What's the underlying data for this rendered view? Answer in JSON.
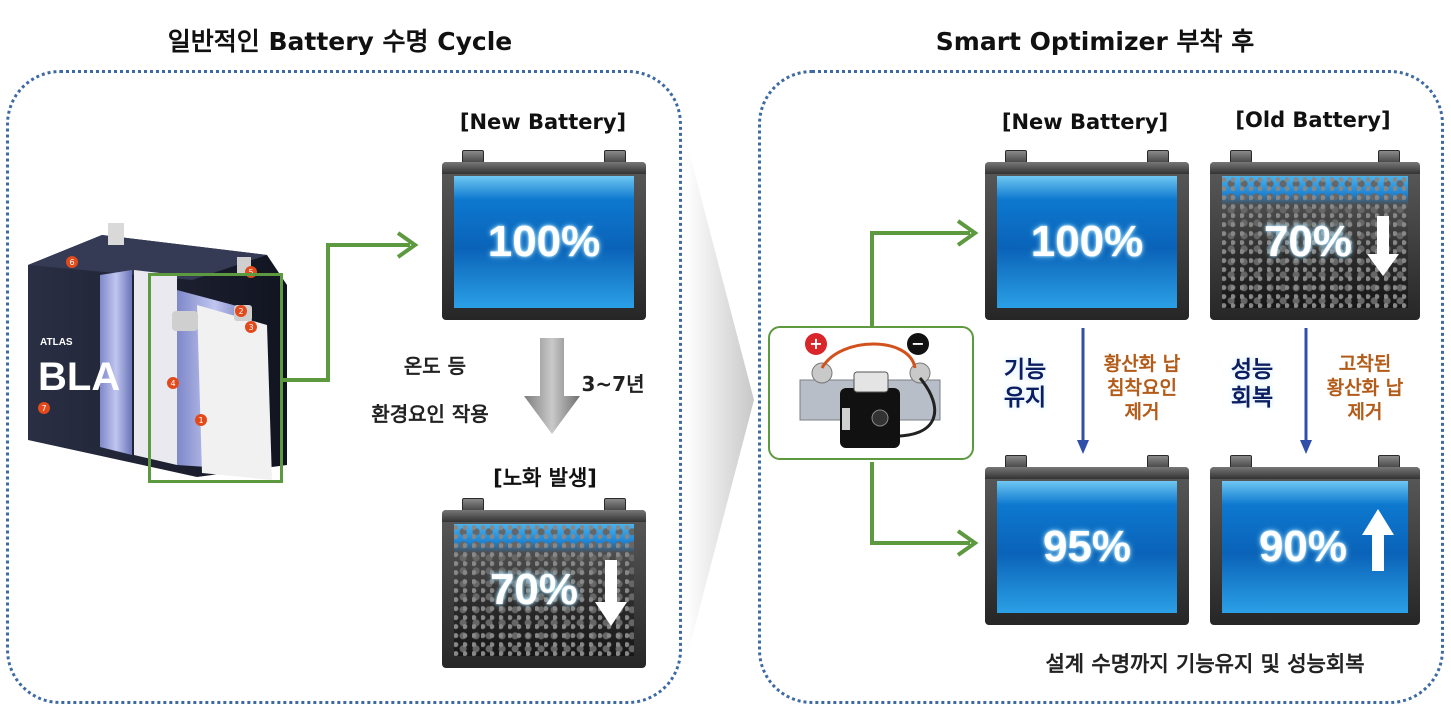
{
  "left": {
    "title": "일반적인 Battery 수명 Cycle",
    "new_label": "[New Battery]",
    "new_percent": "100%",
    "factor_line1": "온도 등",
    "factor_line2": "환경요인 작용",
    "period": "3~7년",
    "aged_label": "[노화 발생]",
    "aged_percent": "70%",
    "cell_brand": "BLA",
    "cell_brand_small": "ATLAS",
    "cell_markers": [
      "1",
      "2",
      "3",
      "4",
      "5",
      "6",
      "7"
    ]
  },
  "right": {
    "title": "Smart Optimizer 부착 후",
    "new_label": "[New Battery]",
    "old_label": "[Old Battery]",
    "new_percent": "100%",
    "old_percent": "70%",
    "new_after_percent": "95%",
    "old_after_percent": "90%",
    "maintain_line1": "기능",
    "maintain_line2": "유지",
    "recover_line1": "성능",
    "recover_line2": "회복",
    "note1_line1": "황산화 납",
    "note1_line2": "침착요인",
    "note1_line3": "제거",
    "note2_line1": "고착된",
    "note2_line2": "황산화 납",
    "note2_line3": "제거",
    "footer": "설계 수명까지 기능유지 및 성능회복",
    "plus_symbol": "+",
    "minus_symbol": "−"
  },
  "colors": {
    "panel_border": "#3e6aa3",
    "green_arrow": "#5d9a3f",
    "note_text": "#b35b18",
    "dark_text": "#0c1e62",
    "down_arrow": "#2f4fa8"
  }
}
